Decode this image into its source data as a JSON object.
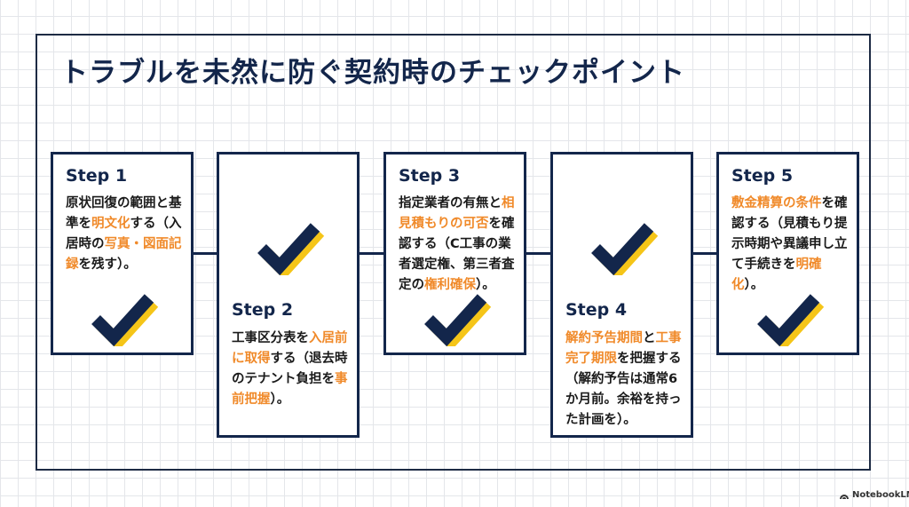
{
  "title": "トラブルを未然に防ぐ契約時のチェックポイント",
  "colors": {
    "navy": "#13264b",
    "highlight": "#f08a2a",
    "check_shadow": "#f5c518"
  },
  "steps": [
    {
      "label": "Step 1",
      "segments": [
        {
          "t": "原状回復の範囲と基準を",
          "h": false
        },
        {
          "t": "明文化",
          "h": true
        },
        {
          "t": "する（入居時の",
          "h": false
        },
        {
          "t": "写真・図面記録",
          "h": true
        },
        {
          "t": "を残す）。",
          "h": false
        }
      ]
    },
    {
      "label": "Step 2",
      "segments": [
        {
          "t": "工事区分表を",
          "h": false
        },
        {
          "t": "入居前に取得",
          "h": true
        },
        {
          "t": "する（退去時のテナント負担を",
          "h": false
        },
        {
          "t": "事前把握",
          "h": true
        },
        {
          "t": "）。",
          "h": false
        }
      ]
    },
    {
      "label": "Step 3",
      "segments": [
        {
          "t": "指定業者の有無と",
          "h": false
        },
        {
          "t": "相見積もりの可否",
          "h": true
        },
        {
          "t": "を確認する（C工事の業者選定権、第三者査定の",
          "h": false
        },
        {
          "t": "権利確保",
          "h": true
        },
        {
          "t": "）。",
          "h": false
        }
      ]
    },
    {
      "label": "Step 4",
      "segments": [
        {
          "t": "解約予告期間",
          "h": true
        },
        {
          "t": "と",
          "h": false
        },
        {
          "t": "工事完了期限",
          "h": true
        },
        {
          "t": "を把握する（解約予告は通常6か月前。余裕を持った計画を）。",
          "h": false
        }
      ]
    },
    {
      "label": "Step 5",
      "segments": [
        {
          "t": "敷金精算の条件",
          "h": true
        },
        {
          "t": "を確認する（見積もり提示時期や異議申し立て手続きを",
          "h": false
        },
        {
          "t": "明確化",
          "h": true
        },
        {
          "t": "）。",
          "h": false
        }
      ]
    }
  ],
  "watermark": {
    "icon": "notebooklm-logo-icon",
    "text": "NotebookLM"
  }
}
